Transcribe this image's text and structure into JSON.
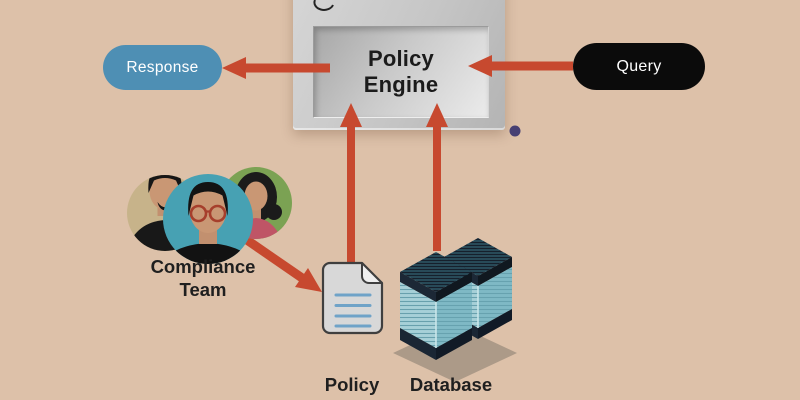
{
  "colors": {
    "bg": "#ddc1a9",
    "arrow": "#c7492f",
    "response-bg": "#4e8fb4",
    "query-bg": "#0b0b0b",
    "pill-text": "#ffffff",
    "label-text": "#1f1f1f",
    "engine-text": "#1b1b1b",
    "accent-dot": "#474073"
  },
  "engine": {
    "line1": "Policy",
    "line2": "Engine"
  },
  "response": {
    "label": "Response"
  },
  "query": {
    "label": "Query"
  },
  "compliance": {
    "line1": "Compliance",
    "line2": "Team"
  },
  "policy_doc": {
    "label": "Policy"
  },
  "database": {
    "label": "Database"
  }
}
